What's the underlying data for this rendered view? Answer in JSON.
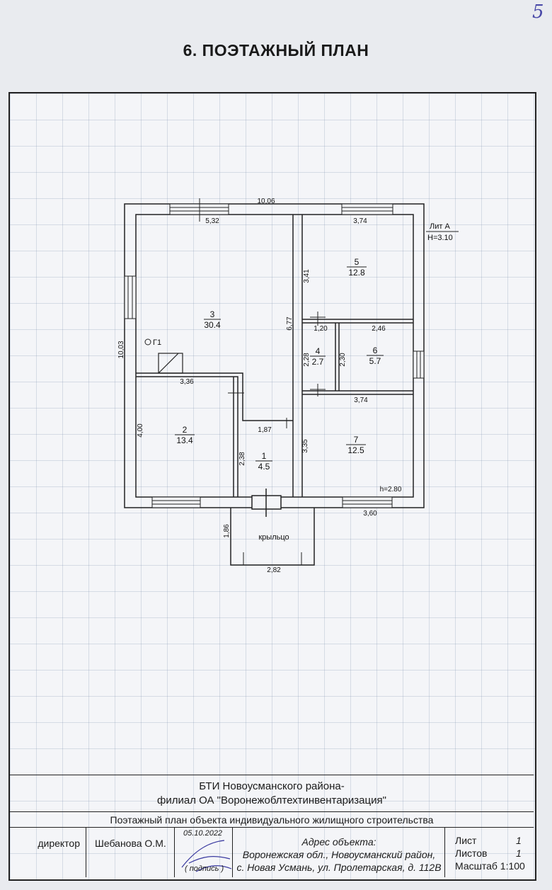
{
  "page_number": "5",
  "title": "6. ПОЭТАЖНЫЙ ПЛАН",
  "plan": {
    "overall_width": "10,06",
    "overall_depth": "10,03",
    "lit": "Лит А",
    "height_main": "H=3.10",
    "height_room": "h=2.80",
    "boiler": "Г1",
    "porch": "крыльцо",
    "rooms": [
      {
        "num": "1",
        "area": "4.5"
      },
      {
        "num": "2",
        "area": "13.4"
      },
      {
        "num": "3",
        "area": "30.4"
      },
      {
        "num": "4",
        "area": "2.7"
      },
      {
        "num": "5",
        "area": "12.8"
      },
      {
        "num": "6",
        "area": "5.7"
      },
      {
        "num": "7",
        "area": "12.5"
      }
    ],
    "dims": {
      "d532": "5,32",
      "d374a": "3,74",
      "d341": "3,41",
      "d677": "6,77",
      "d120": "1,20",
      "d246": "2,46",
      "d228": "2,28",
      "d230": "2,30",
      "d336": "3,36",
      "d374b": "3,74",
      "d400": "4,00",
      "d187": "1,87",
      "d238": "2,38",
      "d335": "3,35",
      "d360": "3,60",
      "d186": "1,86",
      "d282": "2,82"
    }
  },
  "stamp": {
    "org_line1": "БТИ Новоусманского района-",
    "org_line2": "филиал ОА \"Воронежоблтехтинвентаризация\"",
    "plan_name": "Поэтажный план объекта индивидуального жилищного строительства",
    "role": "директор",
    "person": "Шебанова О.М.",
    "date": "05.10.2022",
    "signature_label": "( подпись )",
    "address_label": "Адрес объекта:",
    "address_line1": "Воронежская обл., Новоусманский район,",
    "address_line2": "с. Новая Усмань, ул. Пролетарская, д. 112В",
    "sheet_label": "Лист",
    "sheet_value": "1",
    "sheets_label": "Листов",
    "sheets_value": "1",
    "scale": "Масштаб 1:100"
  }
}
